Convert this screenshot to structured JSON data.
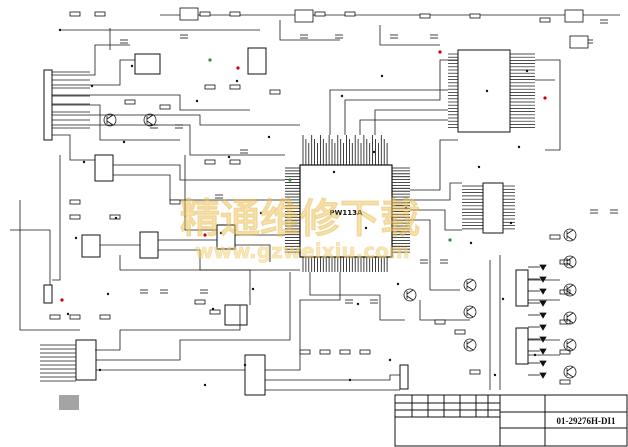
{
  "schematic": {
    "chip_label": "PW113A",
    "drawing_number": "01-29276H-DI1",
    "watermark_cn": "精通维修下载",
    "watermark_url": "www.gzweixiu.com"
  },
  "colors": {
    "wire": "#1a1a1a",
    "component": "#111111",
    "watermark": "#f5d27a",
    "accent_red": "#d00000",
    "accent_green": "#3a8a3a",
    "background": "#ffffff"
  }
}
